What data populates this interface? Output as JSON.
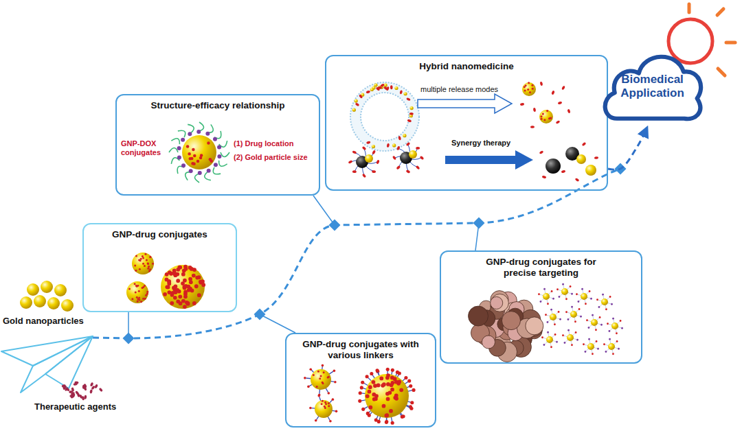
{
  "diagram": {
    "nodes": [
      {
        "text": [
          "GNP-drug conjugates"
        ]
      },
      {
        "text": [
          "GNP-drug conjugates with various linkers"
        ]
      },
      {
        "text": [
          "Structure-efficacy relationship",
          "GNP-DOX conjugates",
          "(1) Drug location",
          "(2) Gold particle size"
        ]
      },
      {
        "text": [
          "GNP-drug conjugates for precise targeting"
        ]
      },
      {
        "text": [
          "Hybrid nanomedicine",
          "multiple release modes",
          "Synergy therapy"
        ]
      },
      {
        "text": [
          "Biomedical Application"
        ]
      }
    ],
    "edges": [
      {
        "from": 4,
        "to": 5,
        "arrow": "to"
      }
    ],
    "labels": [
      "Gold nanoparticles",
      "Therapeutic agents"
    ]
  }
}
